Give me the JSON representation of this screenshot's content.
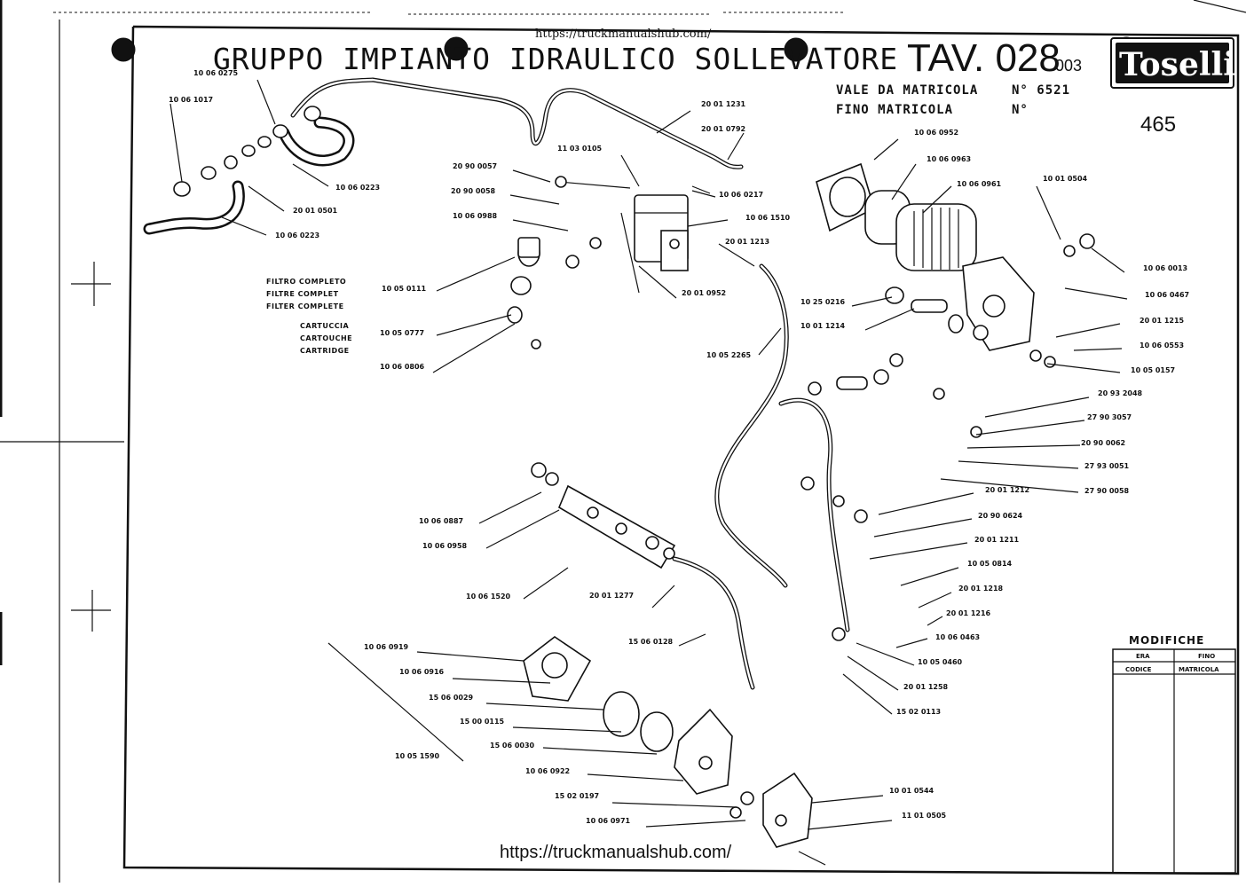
{
  "sheet": {
    "title": "GRUPPO IMPIANTO IDRAULICO SOLLEVATORE",
    "table_number": "TAV. 028",
    "table_suffix": ".003",
    "valid_from": "VALE DA MATRICOLA",
    "valid_from_number": "N° 6521",
    "valid_to": "FINO MATRICOLA",
    "valid_to_number": "N°",
    "page_number": "465",
    "brand": "Toselli",
    "url_top": "https://truckmanualshub.com/",
    "url_bottom": "https://truckmanualshub.com/"
  },
  "modifiche": {
    "title": "MODIFICHE",
    "col1_head": "ERA",
    "col1_sub": "CODICE",
    "col2_head": "FINO",
    "col2_sub": "MATRICOLA"
  },
  "filter_labels": [
    "FILTRO COMPLETO",
    "FILTRE COMPLET",
    "FILTER COMPLETE",
    "CARTUCCIA",
    "CARTOUCHE",
    "CARTRIDGE"
  ],
  "part_codes": [
    "10 06 0275",
    "10 06 1017",
    "10 06 0223",
    "20 01 0501",
    "10 06 0223",
    "20 01 1231",
    "20 01 0792",
    "11 03 0105",
    "20 90 0057",
    "20 90 0058",
    "10 06 0988",
    "10 06 0217",
    "10 06 1510",
    "20 01 1213",
    "10 05 0111",
    "10 05 0777",
    "10 06 0806",
    "20 01 0952",
    "10 05 2265",
    "10 06 0952",
    "10 06 0963",
    "10 06 0961",
    "10 01 0504",
    "10 06 0013",
    "10 06 0467",
    "20 01 1215",
    "10 06 0553",
    "10 05 0157",
    "10 25 0216",
    "10 01 1214",
    "20 93 2048",
    "27 90 3057",
    "20 90 0062",
    "27 93 0051",
    "27 90 0058",
    "20 01 1212",
    "20 90 0624",
    "20 01 1211",
    "10 05 0814",
    "20 01 1218",
    "20 01 1216",
    "10 06 0463",
    "10 05 0460",
    "20 01 1258",
    "15 02 0113",
    "10 06 0887",
    "10 06 0958",
    "10 06 1520",
    "20 01 1277",
    "15 06 0128",
    "10 06 0919",
    "10 06 0916",
    "15 06 0029",
    "15 00 0115",
    "15 06 0030",
    "10 05 1590",
    "10 06 0922",
    "15 02 0197",
    "10 06 0971",
    "10 01 0544",
    "11 01 0505"
  ]
}
